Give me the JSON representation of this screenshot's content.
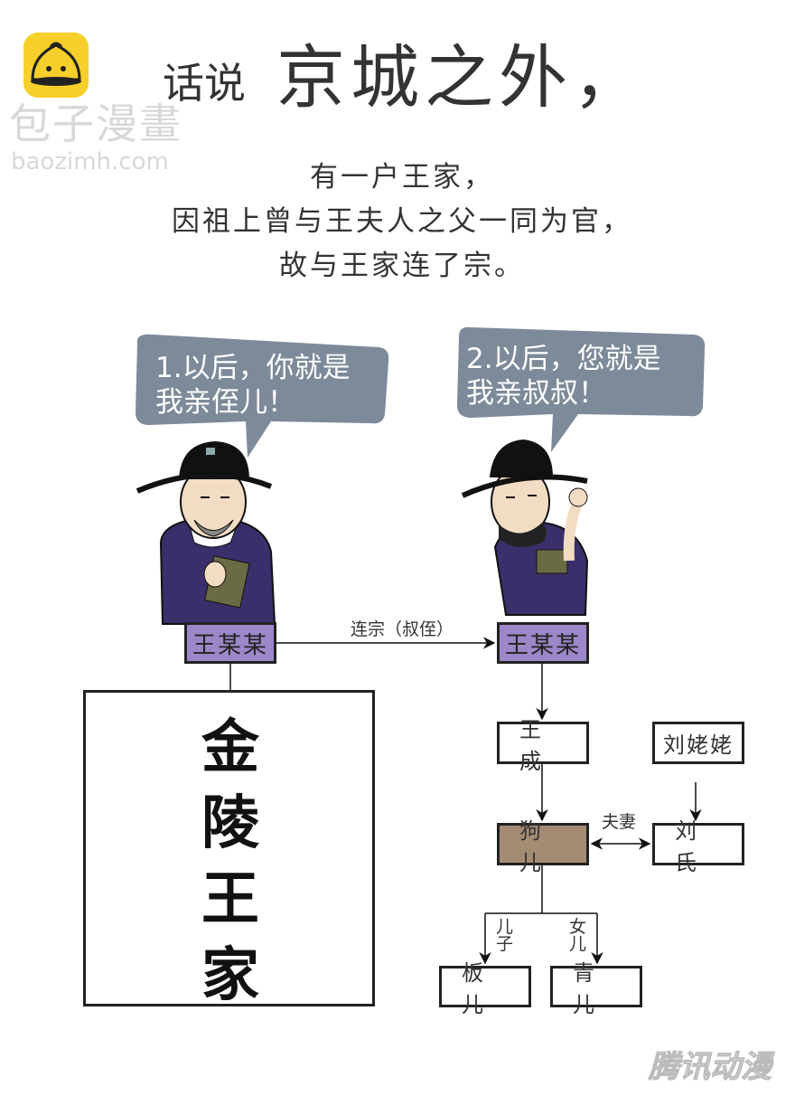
{
  "header": {
    "logo_name": "包子漫畫",
    "logo_url_text": "baozimh.com",
    "title_small": "话说",
    "title_big": "京城之外，"
  },
  "narration": [
    "有一户王家，",
    "因祖上曾与王夫人之父一同为官，",
    "故与王家连了宗。"
  ],
  "bubbles": [
    {
      "line1": "1.以后，你就是",
      "line2": "我亲侄儿！"
    },
    {
      "line1": "2.以后，您就是",
      "line2": "我亲叔叔！"
    }
  ],
  "tree": {
    "left_person": "王某某",
    "right_person": "王某某",
    "link_label": "连宗（叔侄）",
    "big_box": "金陵王家",
    "wang_cheng": "王成",
    "liu_laolao": "刘姥姥",
    "gou_er": "狗儿",
    "liu_shi": "刘氏",
    "spouse_label": "夫妻",
    "son_label": "儿子",
    "daughter_label": "女儿",
    "ban_er": "板儿",
    "qing_er": "青儿"
  },
  "footer_watermark": "腾讯动漫",
  "colors": {
    "bubble": "#7d8a99",
    "purple_box": "#9c88c8",
    "brown_box": "#a48c74",
    "logo": "#f7cf2a"
  }
}
